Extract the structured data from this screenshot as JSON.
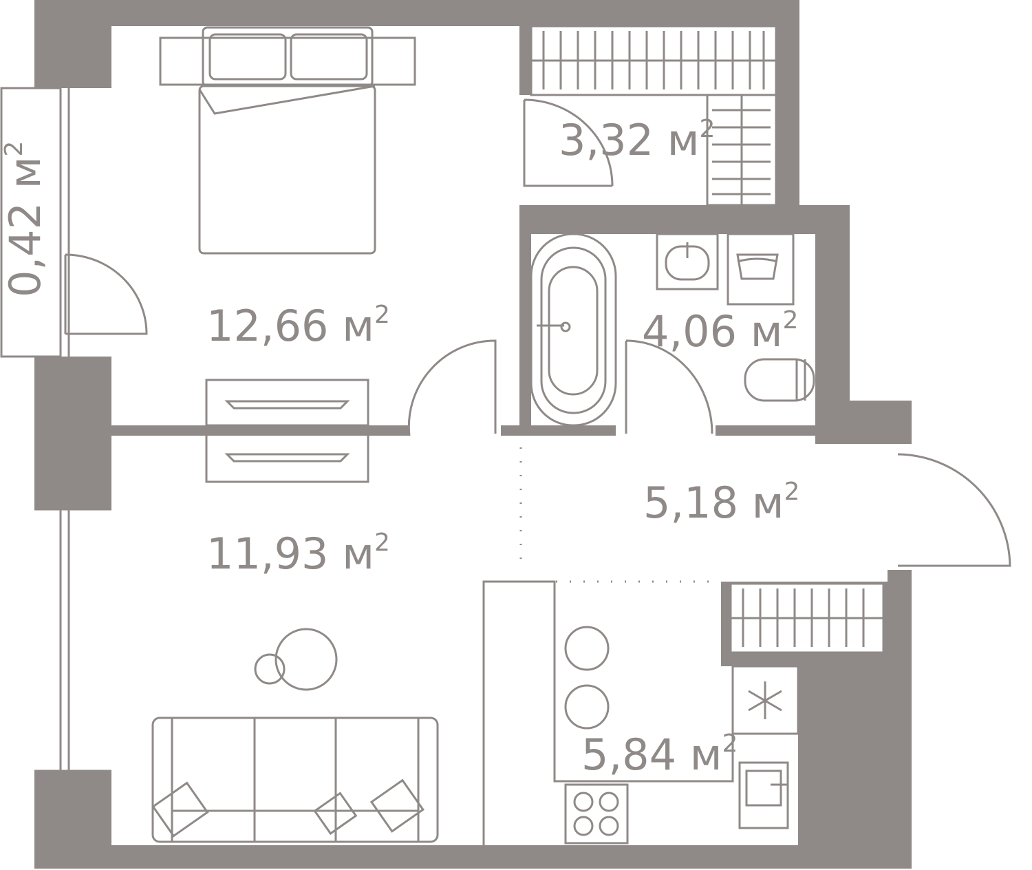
{
  "colors": {
    "wall": "#8f8a87",
    "background": "#ffffff"
  },
  "rooms": [
    {
      "id": "balcony",
      "area": "0,42",
      "unit": "м",
      "sup": "2"
    },
    {
      "id": "bedroom",
      "area": "12,66",
      "unit": "м",
      "sup": "2"
    },
    {
      "id": "storage",
      "area": "3,32",
      "unit": "м",
      "sup": "2"
    },
    {
      "id": "bathroom",
      "area": "4,06",
      "unit": "м",
      "sup": "2"
    },
    {
      "id": "hallway",
      "area": "5,18",
      "unit": "м",
      "sup": "2"
    },
    {
      "id": "living-room",
      "area": "11,93",
      "unit": "м",
      "sup": "2"
    },
    {
      "id": "kitchen",
      "area": "5,84",
      "unit": "м",
      "sup": "2"
    }
  ]
}
